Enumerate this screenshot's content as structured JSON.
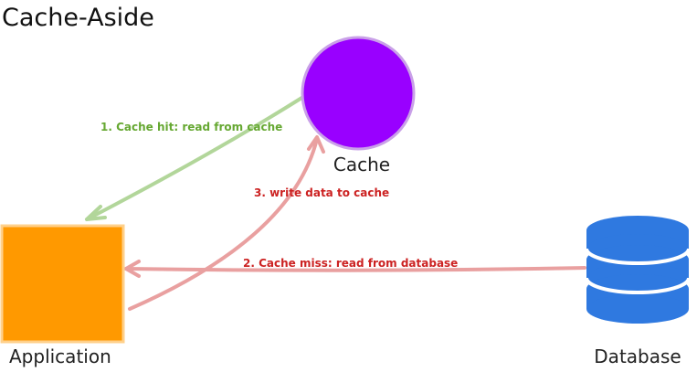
{
  "title": "Cache-Aside",
  "nodes": {
    "cache": {
      "label": "Cache",
      "color": "#9900ff",
      "stroke": "#c9a0e8"
    },
    "application": {
      "label": "Application",
      "color": "#ff9900",
      "stroke": "#ffd08a"
    },
    "database": {
      "label": "Database",
      "color": "#2f79e0",
      "icon": "database-icon"
    }
  },
  "edges": {
    "cache_hit": {
      "label": "1. Cache hit: read from cache",
      "color": "#66a832",
      "line_color": "#b2d69a"
    },
    "cache_miss": {
      "label": "2. Cache miss: read from database",
      "color": "#cc2222",
      "line_color": "#e9a0a0"
    },
    "write_cache": {
      "label": "3. write data to cache",
      "color": "#cc2222",
      "line_color": "#e9a0a0"
    }
  }
}
